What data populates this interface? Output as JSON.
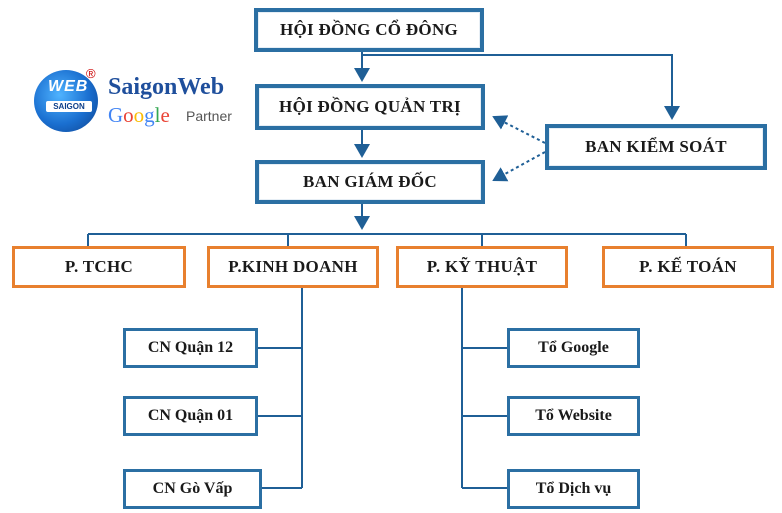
{
  "diagram": {
    "top": "HỘI ĐỒNG CỔ ĐÔNG",
    "board": "HỘI ĐỒNG QUẢN TRỊ",
    "supervisory": "BAN KIỂM SOÁT",
    "management": "BAN GIÁM ĐỐC",
    "departments": [
      "P. TCHC",
      "P.KINH DOANH",
      "P.  KỸ THUẬT",
      "P. KẾ TOÁN"
    ],
    "branches": [
      "CN Quận 12",
      "CN Quận 01",
      "CN Gò Vấp"
    ],
    "teams": [
      "Tổ Google",
      "Tổ Website",
      "Tổ Dịch vụ"
    ]
  },
  "logo": {
    "mark_text": "WEB",
    "mark_sub": "SAIGON",
    "registered": "®",
    "name": "SaigonWeb",
    "google_letters": [
      "G",
      "o",
      "o",
      "g",
      "l",
      "e"
    ],
    "google_colors": [
      "#4285f4",
      "#ea4335",
      "#fbbc05",
      "#4285f4",
      "#34a853",
      "#ea4335"
    ],
    "partner": "Partner"
  },
  "colors": {
    "line": "#1f5f96",
    "box_blue": "#2b6fa3",
    "box_orange": "#e8802e"
  }
}
